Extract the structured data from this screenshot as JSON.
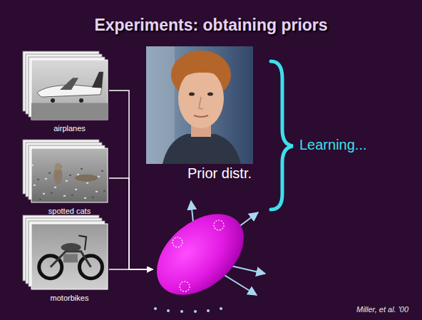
{
  "diagram": {
    "title": "Experiments: obtaining priors",
    "nodes": [
      {
        "text": [
          "airplanes"
        ]
      },
      {
        "text": [
          "spotted cats"
        ]
      },
      {
        "text": [
          "motorbikes"
        ]
      },
      {
        "text": [
          "Prior distr."
        ]
      }
    ],
    "edges": [
      {
        "from": 0,
        "to": 3,
        "arrow": "to"
      },
      {
        "from": 1,
        "to": 3,
        "arrow": "to"
      },
      {
        "from": 2,
        "to": 3,
        "arrow": "to"
      }
    ],
    "labels": [
      "Learning...",
      "Miller, et al. '00"
    ]
  }
}
